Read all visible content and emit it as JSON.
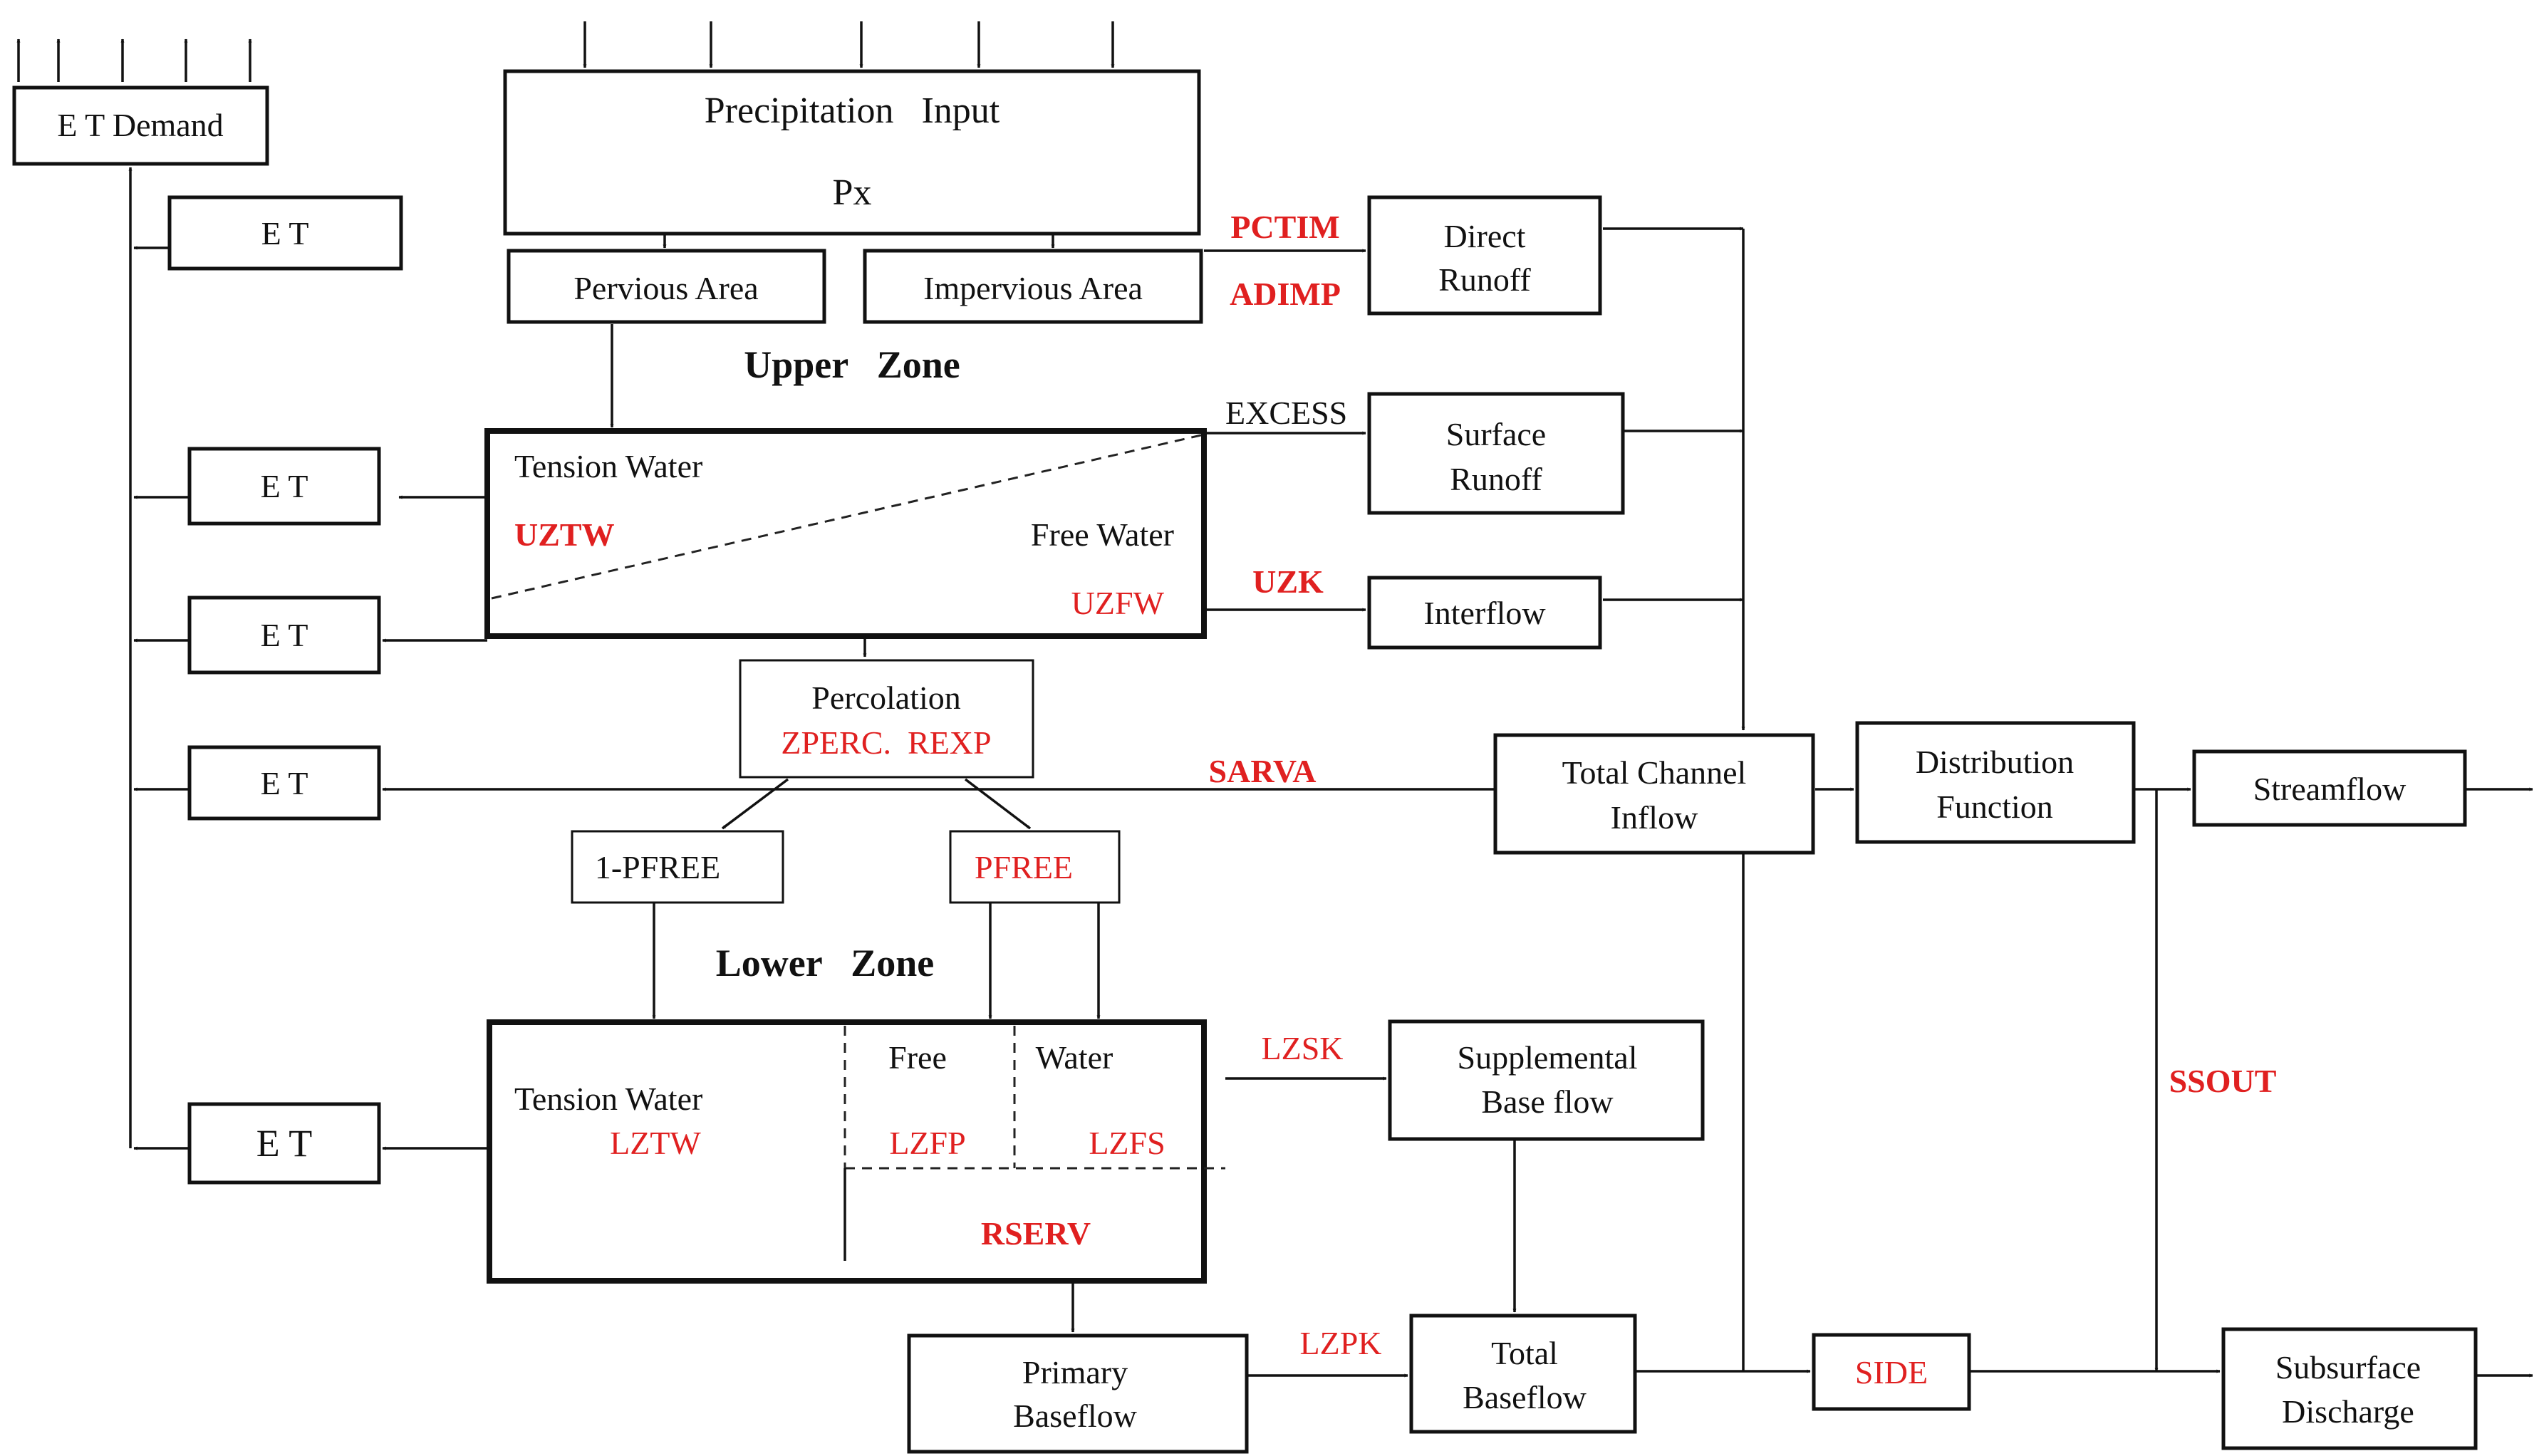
{
  "colors": {
    "ink": "#111111",
    "param_red": "#e02020",
    "background": "#ffffff"
  },
  "nodes": {
    "et_demand": "E T Demand",
    "et_1": "E T",
    "et_2": "E T",
    "et_3": "E T",
    "et_4": "E T",
    "et_5": "E T",
    "precip_title": "Precipitation   Input",
    "precip_sub": "Px",
    "pervious_area": "Pervious Area",
    "impervious_area": "Impervious Area",
    "upper_zone": "Upper   Zone",
    "uz_tension_water": "Tension Water",
    "uz_free_water": "Free Water",
    "direct_runoff_1": "Direct",
    "direct_runoff_2": "Runoff",
    "surface_runoff_1": "Surface",
    "surface_runoff_2": "Runoff",
    "interflow": "Interflow",
    "percolation": "Percolation",
    "total_channel_1": "Total Channel",
    "total_channel_2": "Inflow",
    "distribution_1": "Distribution",
    "distribution_2": "Function",
    "streamflow": "Streamflow",
    "one_minus_pfree": "1-PFREE",
    "lower_zone": "Lower   Zone",
    "lz_tension_water": "Tension Water",
    "lz_free": "Free",
    "lz_water": "Water",
    "supplemental_1": "Supplemental",
    "supplemental_2": "Base flow",
    "primary_1": "Primary",
    "primary_2": "Baseflow",
    "total_baseflow_1": "Total",
    "total_baseflow_2": "Baseflow",
    "subsurface_1": "Subsurface",
    "subsurface_2": "Discharge",
    "excess": "EXCESS"
  },
  "params": {
    "pctim": "PCTIM",
    "adimp": "ADIMP",
    "uztw": "UZTW",
    "uzfw": "UZFW",
    "uzk": "UZK",
    "zperc_rexp": "ZPERC.  REXP",
    "sarva": "SARVA",
    "pfree": "PFREE",
    "lztw": "LZTW",
    "lzfp": "LZFP",
    "lzfs": "LZFS",
    "rserv": "RSERV",
    "lzsk": "LZSK",
    "lzpk": "LZPK",
    "side": "SIDE",
    "ssout": "SSOUT"
  }
}
